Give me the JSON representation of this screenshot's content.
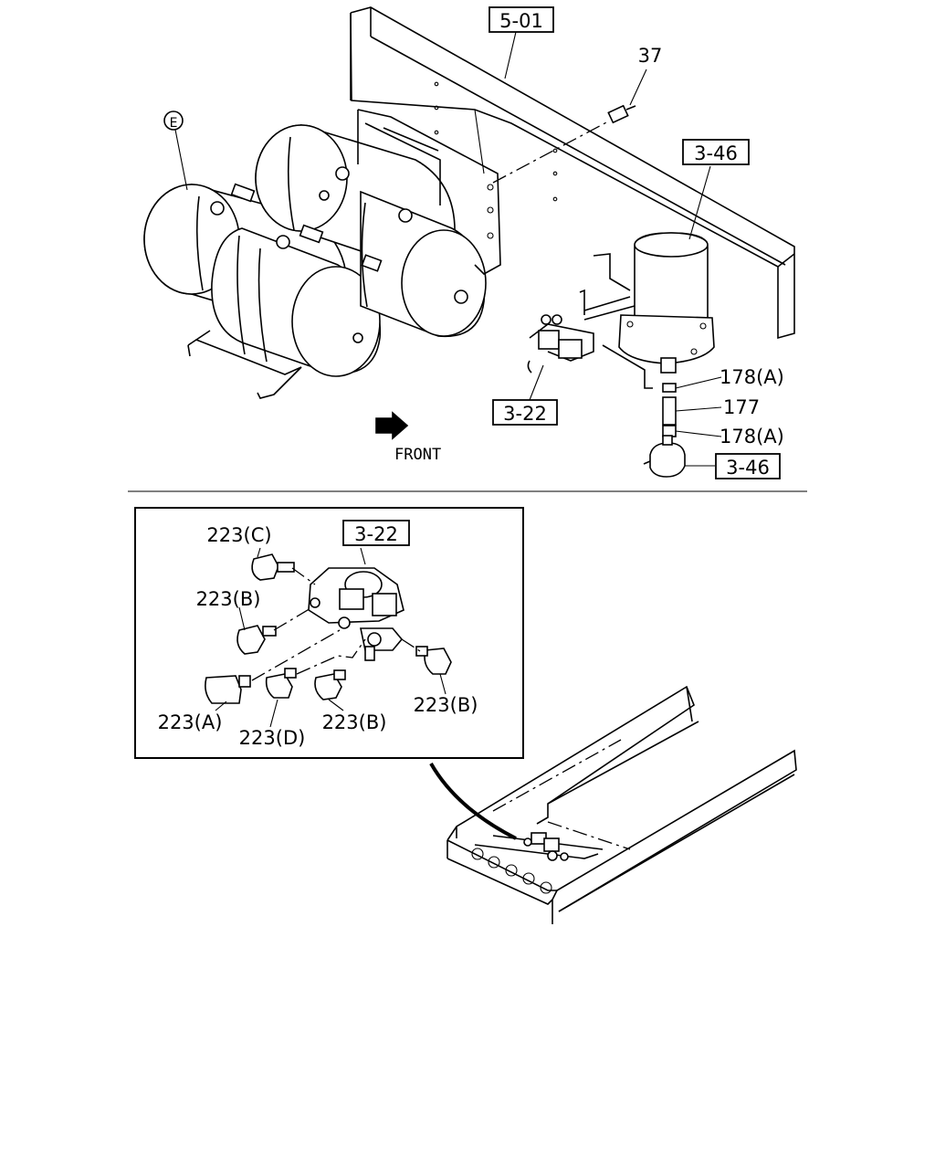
{
  "labels": {
    "ref_5_01": "5-01",
    "part_37": "37",
    "ref_3_46_top": "3-46",
    "callout_e": "E",
    "part_178a_1": "178(A)",
    "part_177": "177",
    "part_178a_2": "178(A)",
    "ref_3_22": "3-22",
    "ref_3_46_bottom": "3-46",
    "front": "FRONT",
    "inset_ref_3_22": "3-22",
    "part_223c": "223(C)",
    "part_223b_1": "223(B)",
    "part_223a": "223(A)",
    "part_223d": "223(D)",
    "part_223b_2": "223(B)",
    "part_223b_3": "223(B)"
  }
}
